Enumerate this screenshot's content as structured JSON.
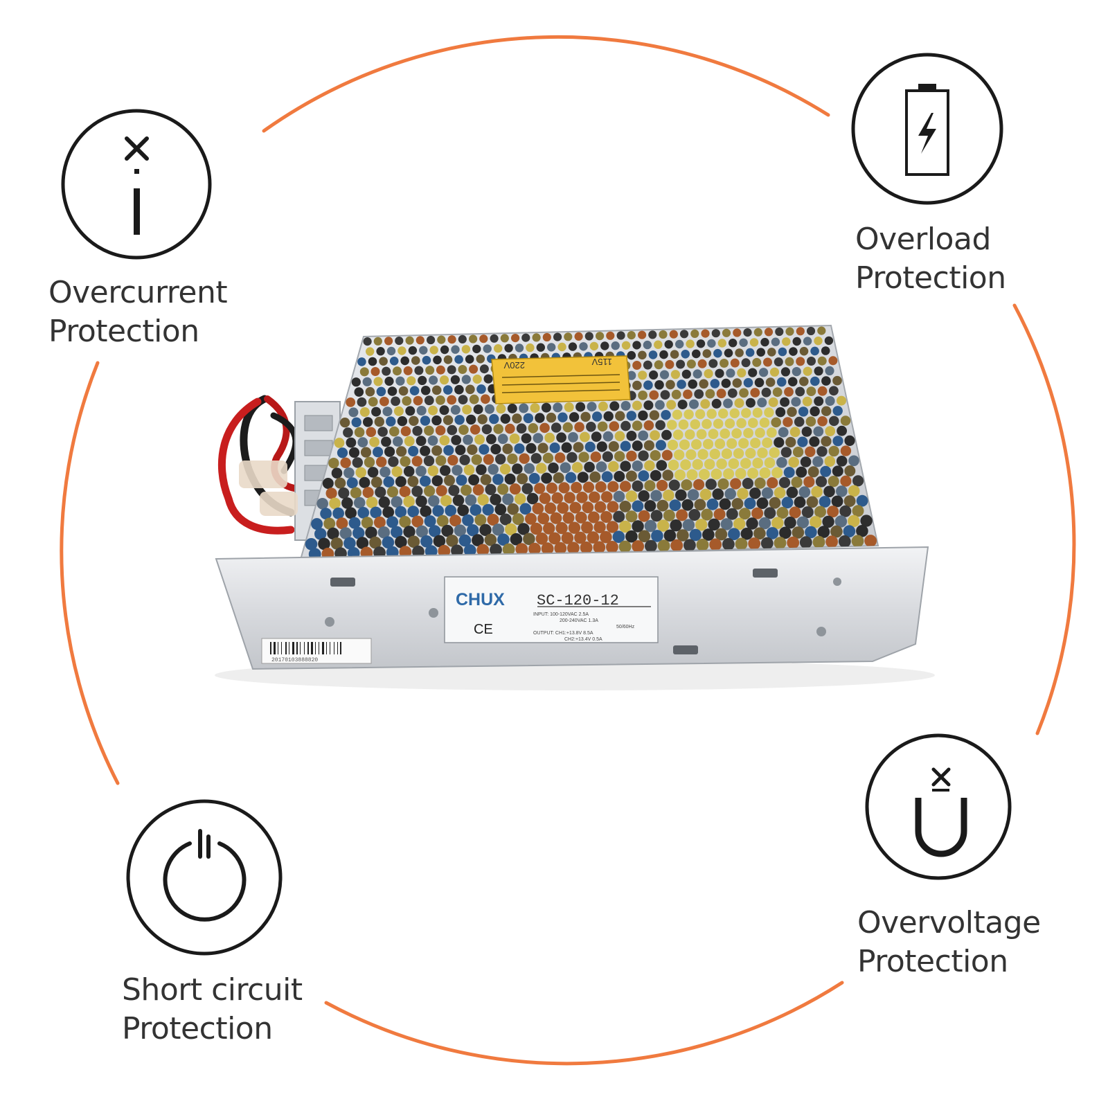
{
  "theme": {
    "ring_color": "#f07a3f",
    "icon_stroke": "#1a1a1a",
    "label_color": "#333333"
  },
  "features": [
    {
      "id": "overcurrent",
      "icon": "overcurrent-icon",
      "line1": "Overcurrent",
      "line2": "Protection"
    },
    {
      "id": "overload",
      "icon": "battery-bolt-icon",
      "line1": "Overload",
      "line2": "Protection"
    },
    {
      "id": "short_circuit",
      "icon": "power-icon",
      "line1": "Short circuit",
      "line2": "Protection"
    },
    {
      "id": "overvoltage",
      "icon": "overvoltage-icon",
      "line1": "Overvoltage",
      "line2": "Protection"
    }
  ],
  "product": {
    "brand": "CHUX",
    "model": "SC-120-12",
    "certification": "CE",
    "warning_sticker": [
      "220V",
      "115V"
    ],
    "spec_lines": [
      "INPUT: 100-120VAC  2.5A",
      "200-240VAC  1.3A",
      "50/60Hz",
      "OUTPUT: CH1:+13.8V  8.5A",
      "CH2:+13.4V  0.5A"
    ],
    "barcode_text": "20170103888820"
  }
}
